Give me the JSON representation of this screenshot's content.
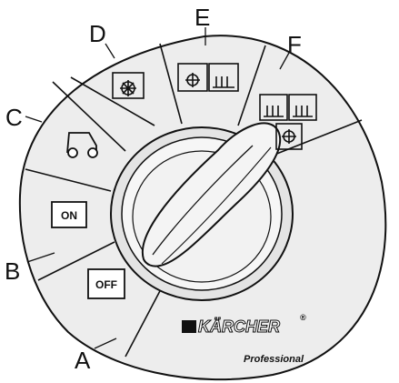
{
  "callouts": {
    "a": "A",
    "b": "B",
    "c": "C",
    "d": "D",
    "e": "E",
    "f": "F"
  },
  "positions": {
    "off": "OFF",
    "on": "ON"
  },
  "brand": {
    "name": "KÄRCHER",
    "registered": "®",
    "tagline": "Professional"
  },
  "icons": {
    "c": "drive-mode-icon",
    "d": "main-broom-icon",
    "e": "broom-and-side-brush-icon",
    "f": "side-brushes-and-broom-icon"
  },
  "colors": {
    "panel": "#ededed",
    "outline": "#111111",
    "knob": "#f2f2f2"
  }
}
